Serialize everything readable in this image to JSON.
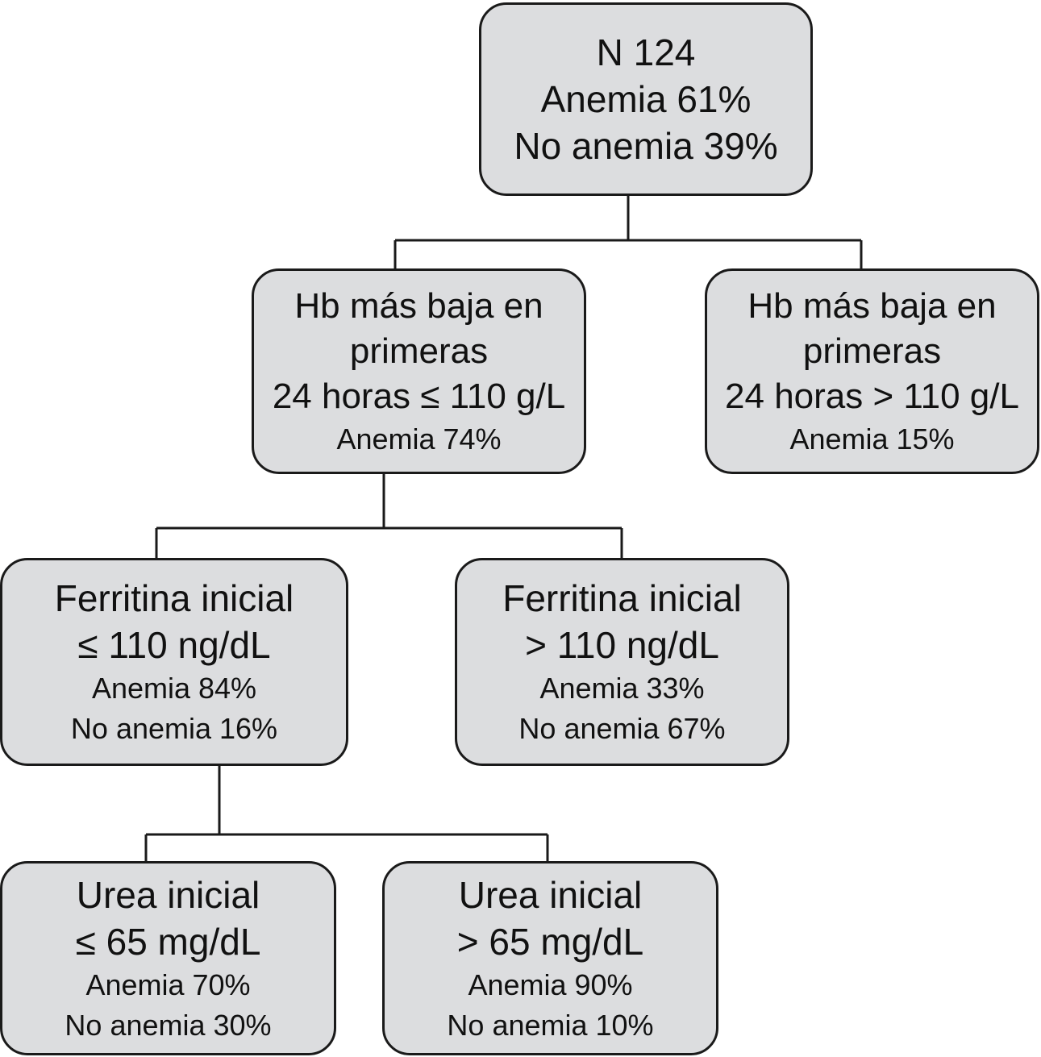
{
  "tree": {
    "root": {
      "line1": "N 124",
      "line2": "Anemia 61%",
      "line3": "No anemia 39%"
    },
    "hb_low": {
      "line1": "Hb más baja en",
      "line2": "primeras",
      "line3": "24 horas ≤ 110 g/L",
      "line4": "Anemia 74%"
    },
    "hb_high": {
      "line1": "Hb más baja en",
      "line2": "primeras",
      "line3": "24 horas > 110 g/L",
      "line4": "Anemia 15%"
    },
    "ferritin_low": {
      "line1": "Ferritina inicial",
      "line2": "≤ 110 ng/dL",
      "line3": "Anemia 84%",
      "line4": "No anemia 16%"
    },
    "ferritin_high": {
      "line1": "Ferritina inicial",
      "line2": "> 110 ng/dL",
      "line3": "Anemia 33%",
      "line4": "No anemia 67%"
    },
    "urea_low": {
      "line1": "Urea inicial",
      "line2": "≤ 65 mg/dL",
      "line3": "Anemia 70%",
      "line4": "No anemia 30%"
    },
    "urea_high": {
      "line1": "Urea inicial",
      "line2": "> 65 mg/dL",
      "line3": "Anemia 90%",
      "line4": "No anemia 10%"
    }
  },
  "colors": {
    "node_fill": "#dcdddf",
    "node_border": "#1a1a1a",
    "connector": "#1a1a1a"
  }
}
